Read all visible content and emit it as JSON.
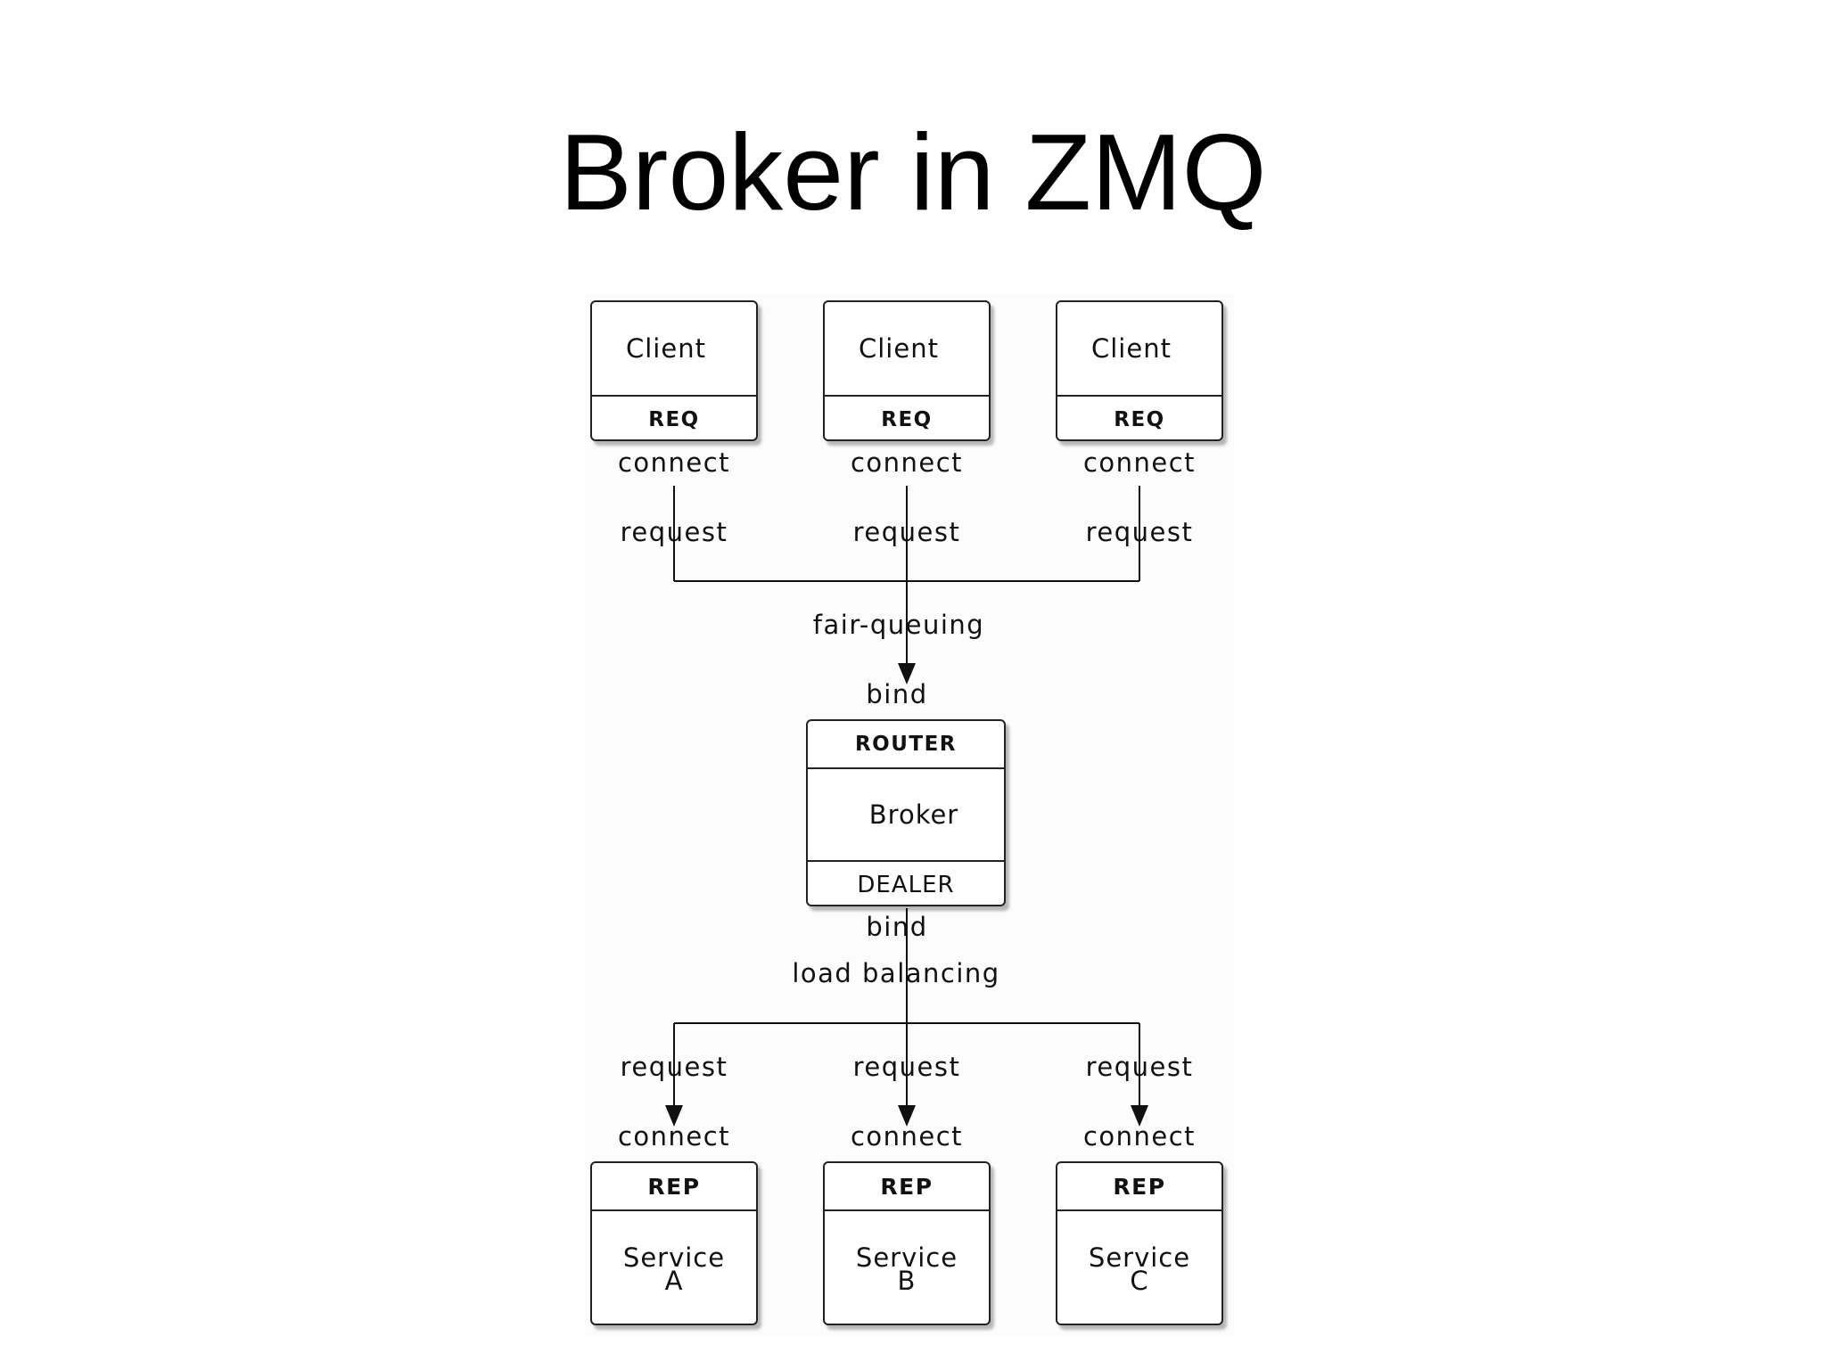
{
  "title": "Broker in ZMQ",
  "diagram": {
    "clients": [
      {
        "name": "Client",
        "socket": "REQ",
        "action": "connect",
        "message": "request"
      },
      {
        "name": "Client",
        "socket": "REQ",
        "action": "connect",
        "message": "request"
      },
      {
        "name": "Client",
        "socket": "REQ",
        "action": "connect",
        "message": "request"
      }
    ],
    "frontend_policy": "fair-queuing",
    "broker": {
      "front_action": "bind",
      "front_socket": "ROUTER",
      "name": "Broker",
      "back_socket": "DEALER",
      "back_action": "bind"
    },
    "backend_policy": "load balancing",
    "services": [
      {
        "message": "request",
        "action": "connect",
        "socket": "REP",
        "name": "Service",
        "id": "A"
      },
      {
        "message": "request",
        "action": "connect",
        "socket": "REP",
        "name": "Service",
        "id": "B"
      },
      {
        "message": "request",
        "action": "connect",
        "socket": "REP",
        "name": "Service",
        "id": "C"
      }
    ],
    "colors": {
      "line": "#111111",
      "border": "#222222",
      "background": "#fcfcfc"
    }
  }
}
